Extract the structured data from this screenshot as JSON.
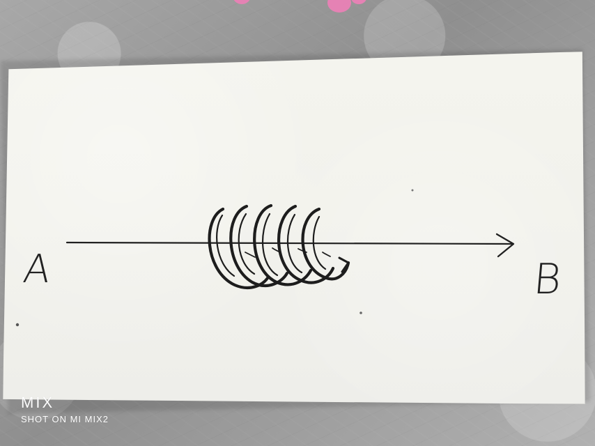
{
  "labels": {
    "start": "A",
    "end": "B"
  },
  "watermark": {
    "brand": "MIX",
    "caption": "SHOT ON MI MIX2"
  },
  "colors": {
    "ink": "#222222",
    "paper": "#f3f3ed",
    "background": "#9b9b9b",
    "flower": "#e981b5"
  }
}
